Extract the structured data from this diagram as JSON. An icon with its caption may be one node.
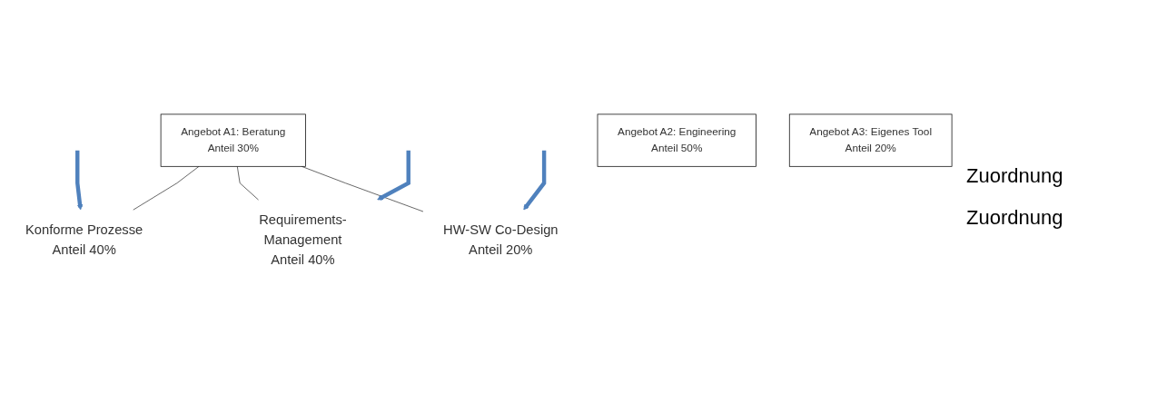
{
  "diagram": {
    "nodes": [
      {
        "text": [
          "Angebot A1: Beratung",
          "Anteil 30%"
        ]
      },
      {
        "text": [
          "Angebot A2: Engineering",
          "Anteil 50%"
        ]
      },
      {
        "text": [
          "Angebot A3: Eigenes Tool",
          "Anteil 20%"
        ]
      },
      {
        "text": [
          "Konforme Prozesse",
          "Anteil 40%"
        ]
      },
      {
        "text": [
          "Requirements-Management",
          "Anteil 40%"
        ]
      },
      {
        "text": [
          "HW-SW Co-Design",
          "Anteil 20%"
        ]
      }
    ],
    "edges": [
      {
        "from": 0,
        "to": 3,
        "arrow": "none"
      },
      {
        "from": 0,
        "to": 4,
        "arrow": "none"
      },
      {
        "from": 0,
        "to": 5,
        "arrow": "none"
      },
      {
        "from": null,
        "to": 3,
        "arrow": "to",
        "style": "thick",
        "color": "#4f81bd"
      },
      {
        "from": null,
        "to": 4,
        "arrow": "to",
        "style": "thick",
        "color": "#4f81bd"
      },
      {
        "from": null,
        "to": 5,
        "arrow": "to",
        "style": "thick",
        "color": "#4f81bd"
      }
    ],
    "labels": [
      "Zuordnung",
      "Zuordnung"
    ]
  }
}
